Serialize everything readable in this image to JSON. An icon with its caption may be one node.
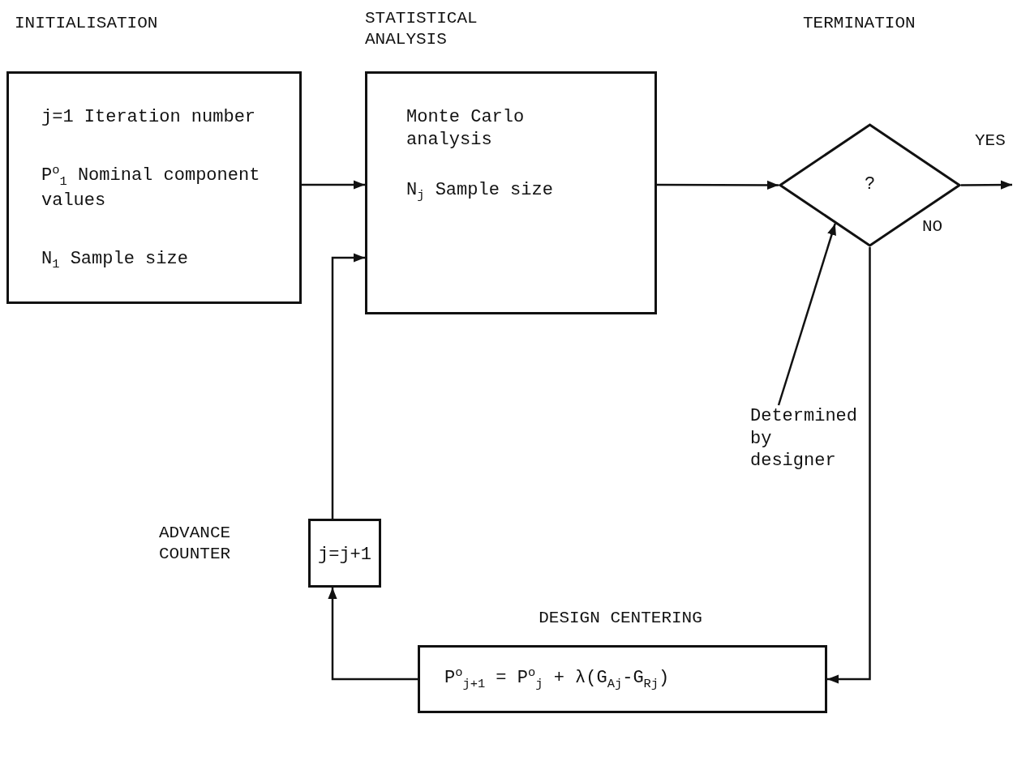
{
  "diagram": {
    "nodes": [
      {
        "text": [
          "j=1 Iteration number",
          "P$^{o}$$_{1}$ Nominal component values",
          "N$_{1}$ Sample size"
        ]
      },
      {
        "text": [
          "Monte Carlo analysis",
          "N$_{j}$ Sample size"
        ]
      },
      {
        "text": [
          "?"
        ]
      },
      {
        "text": [
          "Determined by designer"
        ]
      },
      {
        "text": [
          "j=j+1"
        ]
      },
      {
        "text": [
          "P$^{o}$$_{j+1}$ = P$^{o}$$_{j}$ + λ(G$_{Aj}$-G$_{Rj}$)"
        ]
      }
    ],
    "edges": [
      {
        "from": 0,
        "to": 1,
        "arrow": "to"
      },
      {
        "from": 1,
        "to": 2,
        "arrow": "to"
      },
      {
        "from": 2,
        "to": null,
        "arrow": "to",
        "label": "YES"
      },
      {
        "from": 3,
        "to": 2,
        "arrow": "to"
      },
      {
        "from": 2,
        "to": 5,
        "arrow": "to",
        "label": "NO"
      },
      {
        "from": 5,
        "to": 4,
        "arrow": "to"
      },
      {
        "from": 4,
        "to": 1,
        "arrow": "to"
      }
    ],
    "labels": [
      "INITIALISATION",
      "STATISTICAL ANALYSIS",
      "TERMINATION",
      "ADVANCE COUNTER",
      "DESIGN CENTERING"
    ]
  }
}
